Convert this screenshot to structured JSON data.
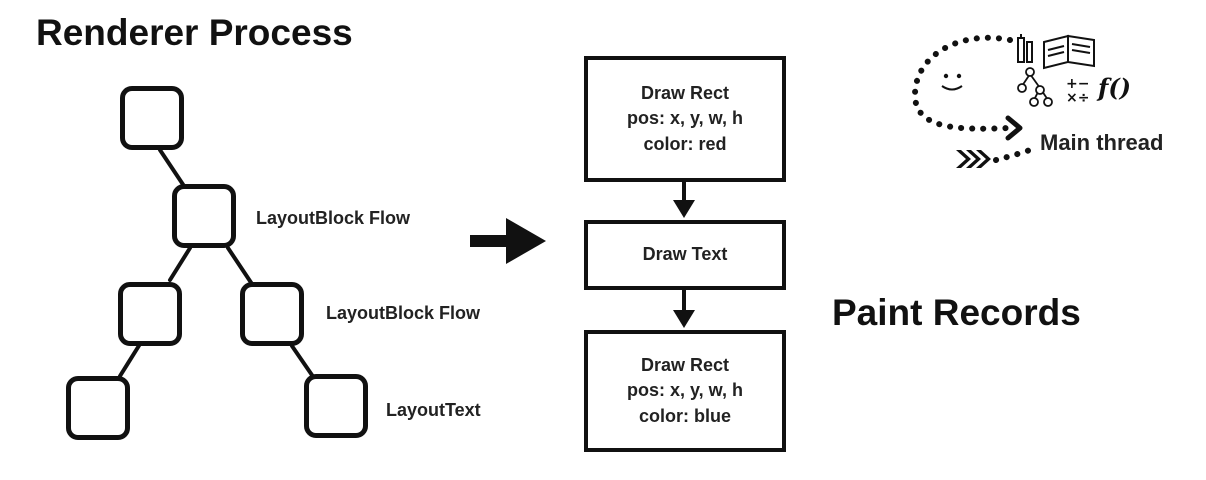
{
  "titles": {
    "renderer": "Renderer Process",
    "paint": "Paint Records"
  },
  "tree_labels": {
    "block1": "LayoutBlock Flow",
    "block2": "LayoutBlock Flow",
    "text": "LayoutText"
  },
  "records": [
    {
      "lines": [
        "Draw Rect",
        "pos: x, y, w, h",
        "color: red"
      ]
    },
    {
      "lines": [
        "Draw Text"
      ]
    },
    {
      "lines": [
        "Draw Rect",
        "pos: x, y, w, h",
        "color: blue"
      ]
    }
  ],
  "main_thread": {
    "label": "Main thread",
    "func_glyph": "f()",
    "math_glyph": "+−\n×÷"
  },
  "colors": {
    "ink": "#111111",
    "background": "#ffffff"
  }
}
